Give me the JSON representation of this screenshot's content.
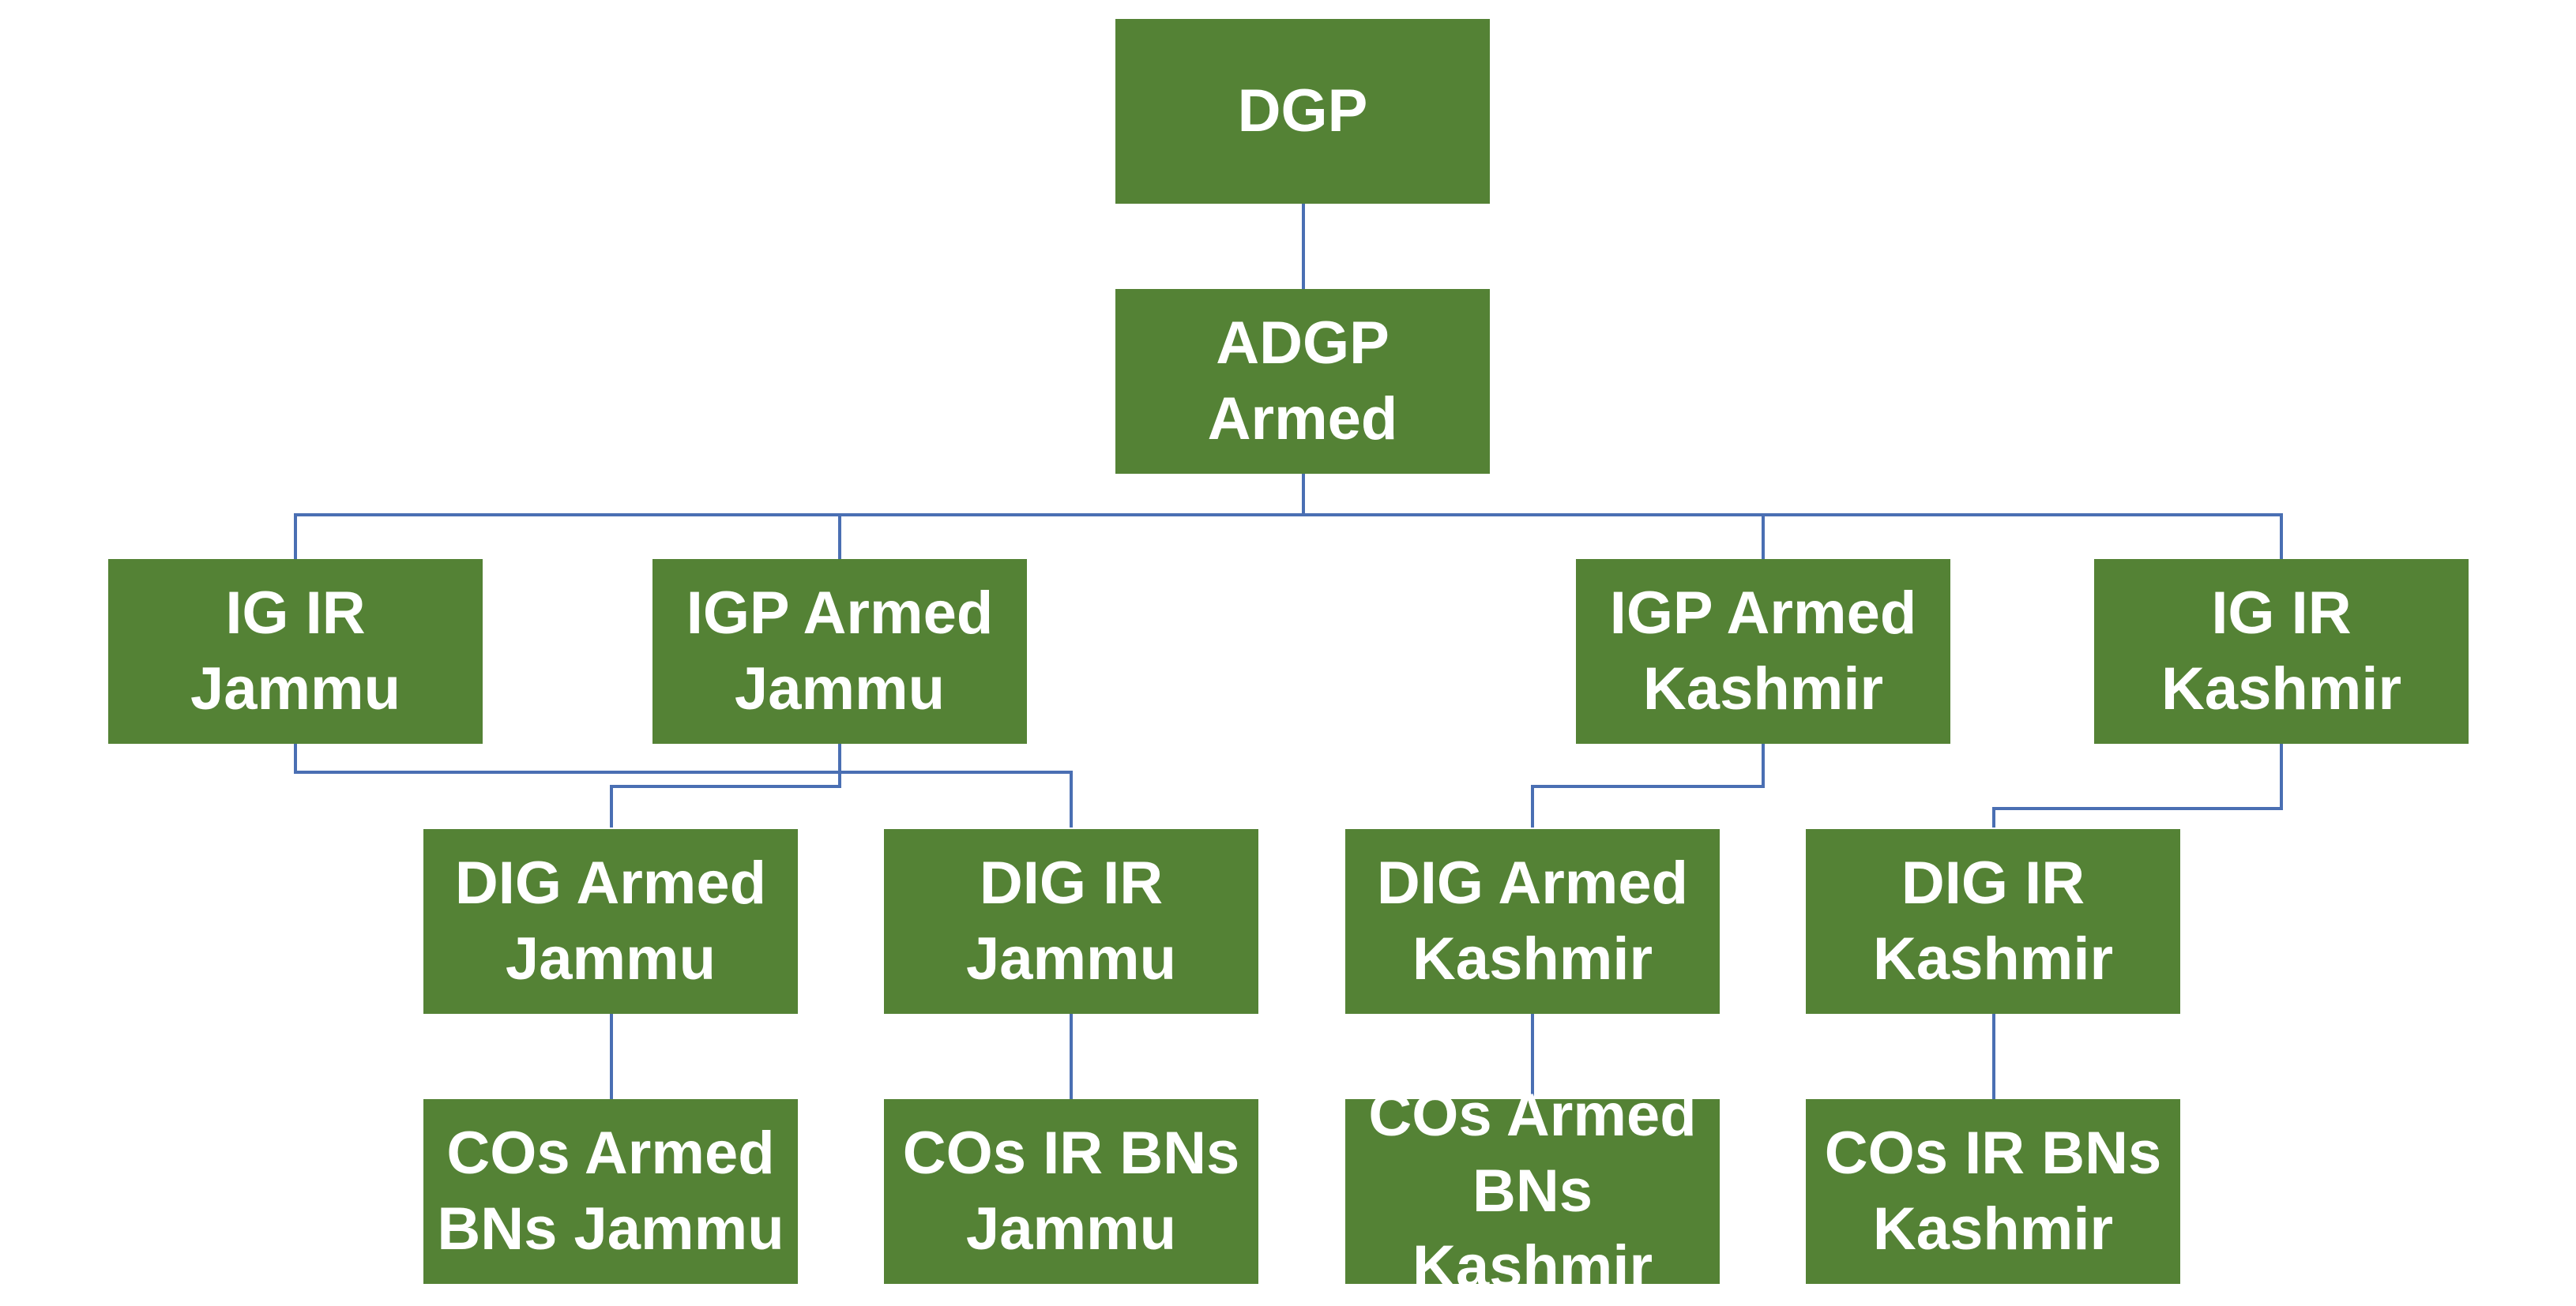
{
  "chart_data": {
    "type": "org-chart",
    "nodes": [
      {
        "id": "dgp",
        "label": "DGP",
        "parent": null
      },
      {
        "id": "adgp",
        "label": "ADGP\nArmed",
        "parent": "dgp"
      },
      {
        "id": "ig_ir_jammu",
        "label": "IG IR\nJammu",
        "parent": "adgp"
      },
      {
        "id": "igp_armed_jammu",
        "label": "IGP Armed\nJammu",
        "parent": "adgp"
      },
      {
        "id": "igp_armed_kashmir",
        "label": "IGP Armed\nKashmir",
        "parent": "adgp"
      },
      {
        "id": "ig_ir_kashmir",
        "label": "IG IR\nKashmir",
        "parent": "adgp"
      },
      {
        "id": "dig_armed_jammu",
        "label": "DIG Armed\nJammu",
        "parent": "igp_armed_jammu"
      },
      {
        "id": "dig_ir_jammu",
        "label": "DIG IR\nJammu",
        "parent": "ig_ir_jammu"
      },
      {
        "id": "dig_armed_kashmir",
        "label": "DIG Armed\nKashmir",
        "parent": "igp_armed_kashmir"
      },
      {
        "id": "dig_ir_kashmir",
        "label": "DIG IR\nKashmir",
        "parent": "ig_ir_kashmir"
      },
      {
        "id": "cos_armed_jammu",
        "label": "COs Armed\nBNs Jammu",
        "parent": "dig_armed_jammu"
      },
      {
        "id": "cos_ir_jammu",
        "label": "COs IR BNs\nJammu",
        "parent": "dig_ir_jammu"
      },
      {
        "id": "cos_armed_kashmir",
        "label": "COs Armed\nBNs Kashmir",
        "parent": "dig_armed_kashmir"
      },
      {
        "id": "cos_ir_kashmir",
        "label": "COs IR BNs\nKashmir",
        "parent": "dig_ir_kashmir"
      }
    ]
  },
  "colors": {
    "box_fill": "#548235",
    "box_text": "#ffffff",
    "connector": "#4a6fb3"
  }
}
